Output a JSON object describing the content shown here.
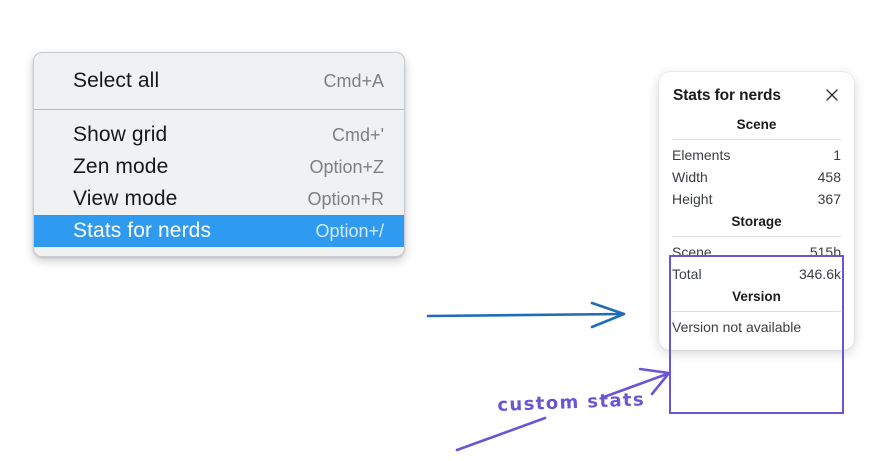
{
  "context_menu": {
    "name": "view-context-menu",
    "sections": [
      {
        "items": [
          {
            "label": "Select all",
            "shortcut": "Cmd+A",
            "highlighted": false,
            "name": "menu-item-select-all"
          }
        ]
      },
      {
        "items": [
          {
            "label": "Show grid",
            "shortcut": "Cmd+'",
            "highlighted": false,
            "name": "menu-item-show-grid"
          },
          {
            "label": "Zen mode",
            "shortcut": "Option+Z",
            "highlighted": false,
            "name": "menu-item-zen-mode"
          },
          {
            "label": "View mode",
            "shortcut": "Option+R",
            "highlighted": false,
            "name": "menu-item-view-mode"
          },
          {
            "label": "Stats for nerds",
            "shortcut": "Option+/",
            "highlighted": true,
            "name": "menu-item-stats-for-nerds"
          }
        ]
      }
    ]
  },
  "stats_panel": {
    "title": "Stats for nerds",
    "close_icon": "close-icon",
    "sections": [
      {
        "heading": "Scene",
        "rows": [
          {
            "key": "Elements",
            "value": "1"
          },
          {
            "key": "Width",
            "value": "458"
          },
          {
            "key": "Height",
            "value": "367"
          }
        ]
      },
      {
        "heading": "Storage",
        "rows": [
          {
            "key": "Scene",
            "value": "515b"
          },
          {
            "key": "Total",
            "value": "346.6k"
          }
        ]
      },
      {
        "heading": "Version",
        "rows": [],
        "note": "Version not available"
      }
    ]
  },
  "annotations": {
    "handwritten_label": "custom stats",
    "arrow_blue_color": "#1f6eb5",
    "arrow_purple_color": "#6c55d4",
    "highlight_box_color": "#6c55d4"
  },
  "colors": {
    "menu_background": "#f0f1f3",
    "menu_highlight": "#2f9bf0",
    "panel_background": "#ffffff",
    "accent_purple": "#6c55d4",
    "accent_blue": "#1f6eb5"
  }
}
